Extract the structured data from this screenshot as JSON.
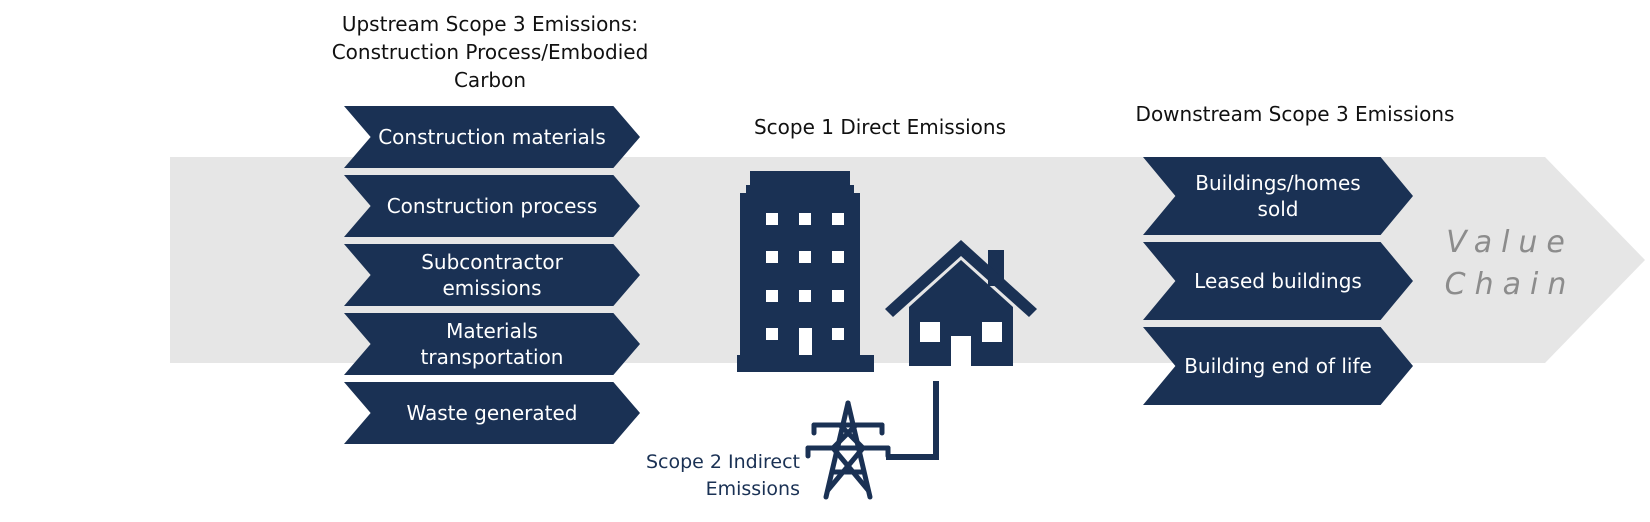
{
  "headings": {
    "upstream": [
      "Upstream Scope 3 Emissions:",
      "Construction Process/Embodied",
      "Carbon"
    ],
    "scope1": "Scope 1 Direct Emissions",
    "downstream": "Downstream Scope 3 Emissions"
  },
  "upstream_items": [
    [
      "Construction materials"
    ],
    [
      "Construction process"
    ],
    [
      "Subcontractor",
      "emissions"
    ],
    [
      "Materials",
      "transportation"
    ],
    [
      "Waste generated"
    ]
  ],
  "downstream_items": [
    [
      "Buildings/homes",
      "sold"
    ],
    [
      "Leased buildings"
    ],
    [
      "Building end of life"
    ]
  ],
  "value_chain": [
    "Value",
    "Chain"
  ],
  "scope2": [
    "Scope 2 Indirect",
    "Emissions"
  ],
  "icons": [
    "office-building-icon",
    "house-icon",
    "power-transmission-tower-icon"
  ],
  "colors": {
    "navy": "#1a3154",
    "arrow_background": "#e6e6e6",
    "value_chain_text": "#8c8c8c"
  }
}
